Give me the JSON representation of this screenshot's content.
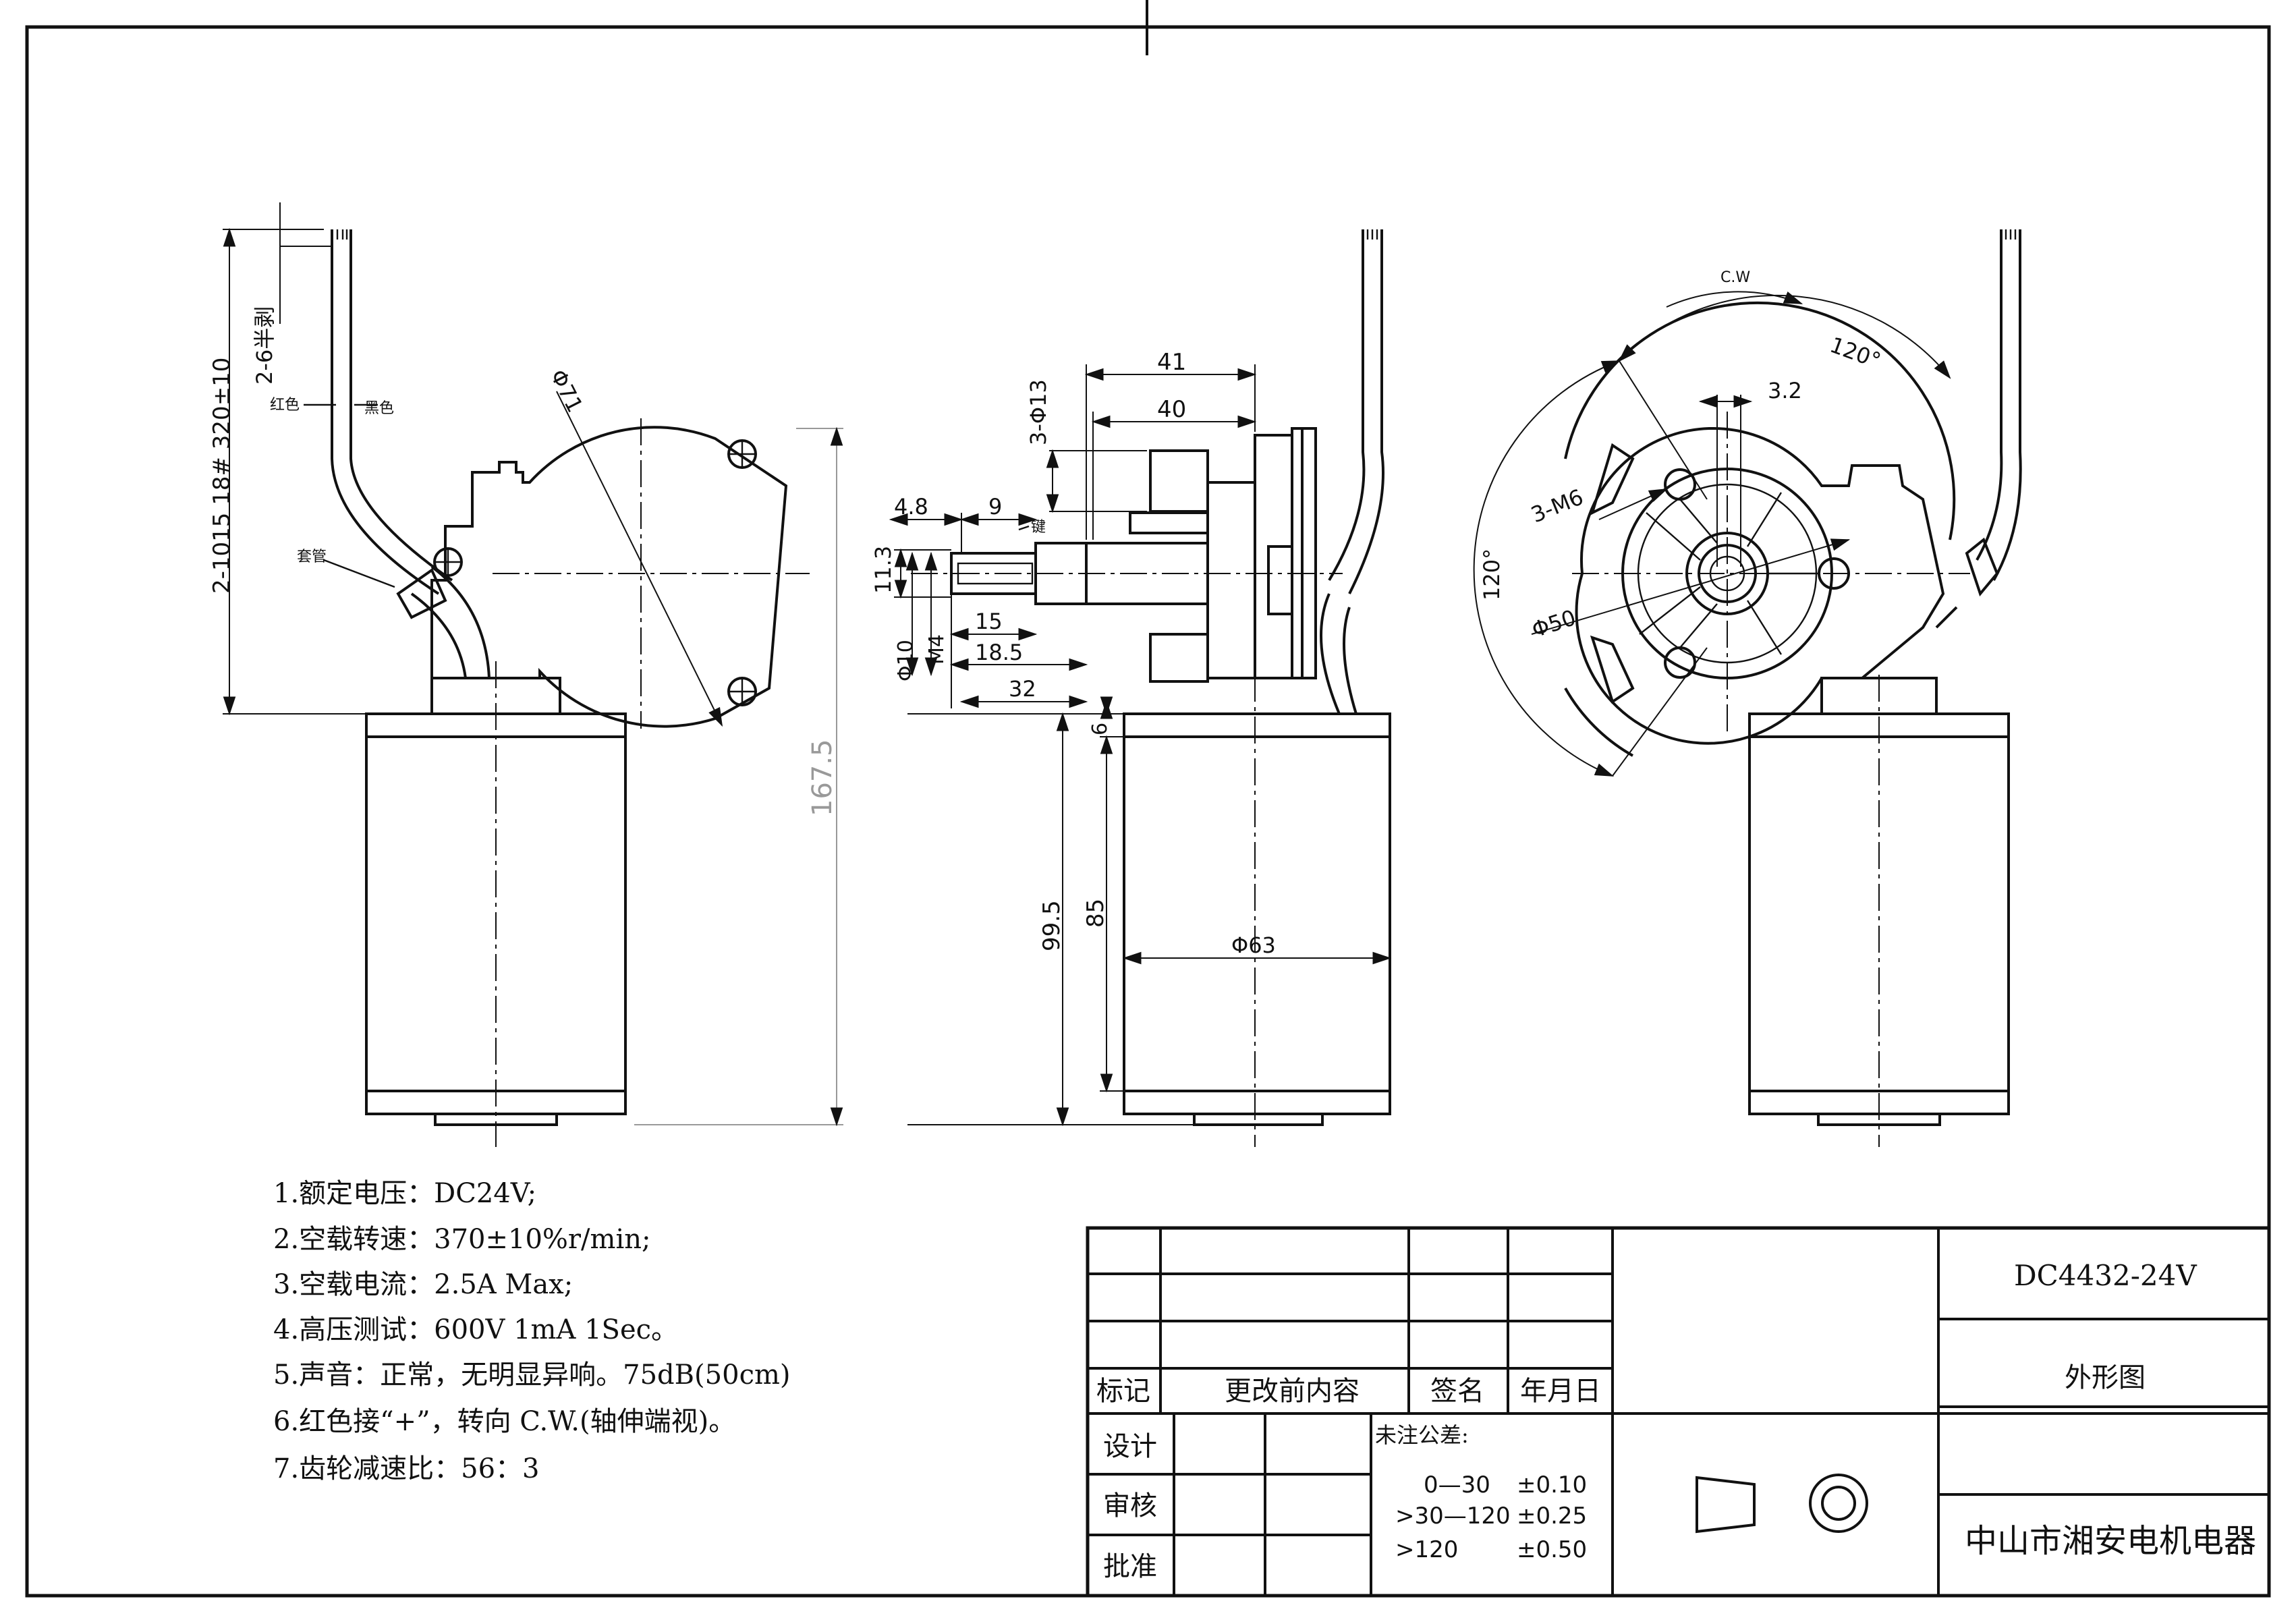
{
  "dimensions": {
    "wire_spec": "2-1015 18# 320±10",
    "strip": "2-6半剥",
    "red_wire": "红色",
    "black_wire": "黑色",
    "sleeve": "套管",
    "phi71": "Φ71",
    "d167_5": "167.5",
    "d41": "41",
    "d40": "40",
    "d3_phi13": "3-Φ13",
    "d4_8": "4.8",
    "d9": "9",
    "key": "键",
    "d11_3": "11.3",
    "d15": "15",
    "d18_5": "18.5",
    "dphi10": "Φ10",
    "dM4": "M4",
    "d32": "32",
    "d6": "6",
    "d99_5": "99.5",
    "d85": "85",
    "dphi63": "Φ63",
    "cw": "C.W",
    "a120_top": "120°",
    "a120_left": "120°",
    "d3_2": "3.2",
    "d3_M6": "3-M6",
    "dphi50": "Φ50"
  },
  "specs": [
    "1.额定电压：DC24V;",
    "2.空载转速：370±10%r/min;",
    "3.空载电流：2.5A Max;",
    "4.高压测试：600V 1mA 1Sec。",
    "5.声音：正常，无明显异响。75dB(50cm)",
    "6.红色接“+”，转向 C.W.(轴伸端视)。",
    "7.齿轮减速比：56：3"
  ],
  "title_block": {
    "revision_headers": [
      "标记",
      "更改前内容",
      "签名",
      "年月日"
    ],
    "approvals": [
      "设计",
      "审核",
      "批准"
    ],
    "tolerance_title": "未注公差:",
    "tolerances": [
      {
        "range": "0—30",
        "tol": "±0.10"
      },
      {
        "range": ">30—120",
        "tol": "±0.25"
      },
      {
        "range": ">120",
        "tol": "±0.50"
      }
    ],
    "model": "DC4432-24V",
    "drawing_name": "外形图",
    "company": "中山市湘安电机电器"
  }
}
